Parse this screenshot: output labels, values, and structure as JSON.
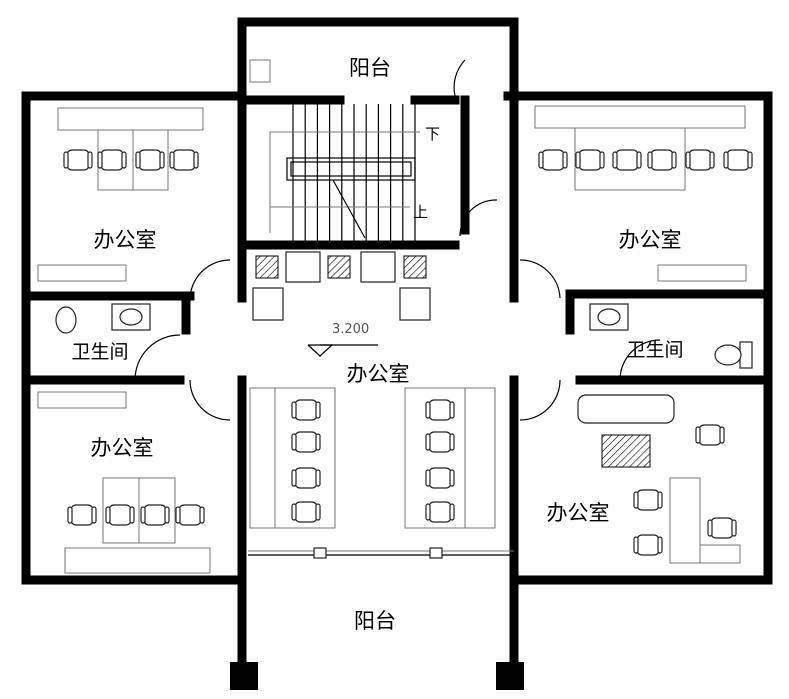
{
  "plan": {
    "rooms": {
      "balcony_top": "阳台",
      "office_top_left": "办公室",
      "bathroom_left": "卫生间",
      "office_bottom_left": "办公室",
      "office_center": "办公室",
      "office_top_right": "办公室",
      "bathroom_right": "卫生间",
      "office_bottom_right": "办公室",
      "balcony_bottom": "阳台"
    },
    "stair": {
      "down": "下",
      "up": "上"
    },
    "elevation": "3.200"
  }
}
